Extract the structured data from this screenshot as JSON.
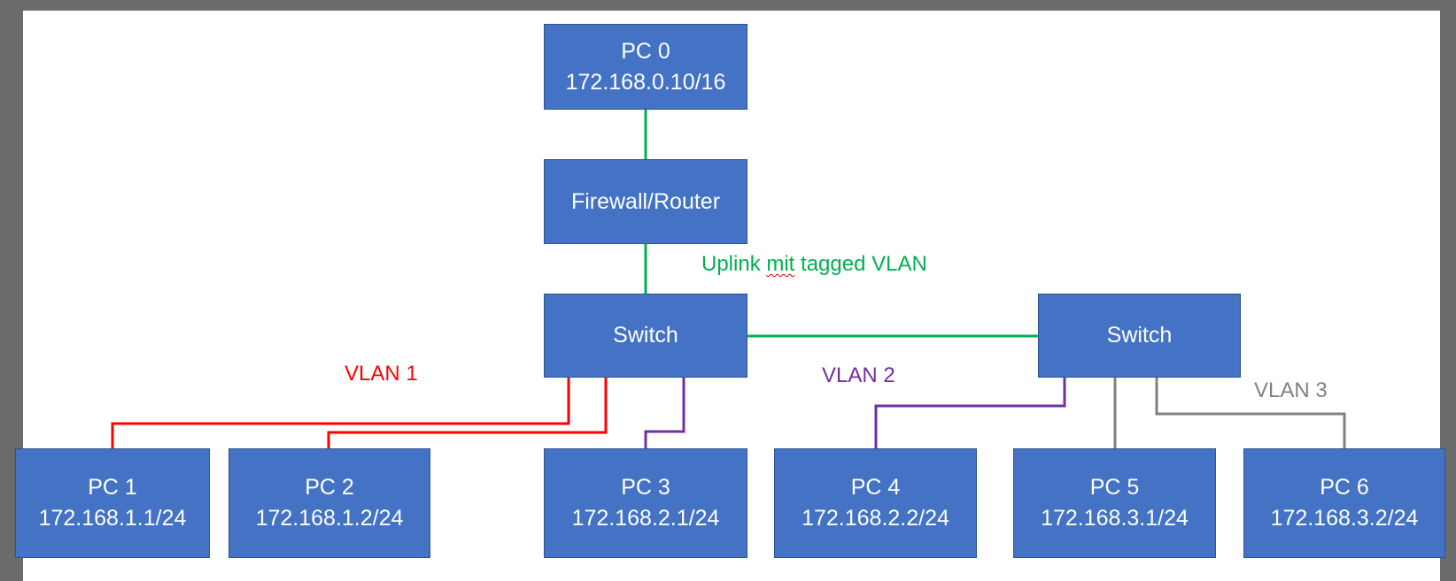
{
  "nodes": {
    "pc0": {
      "name": "PC 0",
      "ip": "172.168.0.10/16"
    },
    "firewall": {
      "name": "Firewall/Router"
    },
    "switch1": {
      "name": "Switch"
    },
    "switch2": {
      "name": "Switch"
    },
    "pc1": {
      "name": "PC 1",
      "ip": "172.168.1.1/24"
    },
    "pc2": {
      "name": "PC 2",
      "ip": "172.168.1.2/24"
    },
    "pc3": {
      "name": "PC 3",
      "ip": "172.168.2.1/24"
    },
    "pc4": {
      "name": "PC 4",
      "ip": "172.168.2.2/24"
    },
    "pc5": {
      "name": "PC 5",
      "ip": "172.168.3.1/24"
    },
    "pc6": {
      "name": "PC 6",
      "ip": "172.168.3.2/24"
    }
  },
  "labels": {
    "uplink_a": "Uplink ",
    "uplink_b": "mit",
    "uplink_c": " tagged VLAN",
    "vlan1": "VLAN 1",
    "vlan2": "VLAN 2",
    "vlan3": "VLAN 3"
  },
  "colors": {
    "node_fill": "#4472c4",
    "uplink": "#00b050",
    "vlan1": "#ff0000",
    "vlan2": "#7030a0",
    "vlan3": "#808080"
  }
}
